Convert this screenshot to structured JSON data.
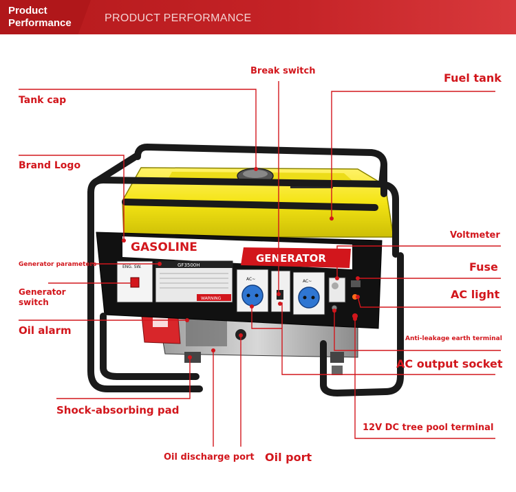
{
  "header": {
    "title": "Product\nPerformance",
    "subtitle": "PRODUCT PERFORMANCE"
  },
  "product": {
    "panel_left_text": "GASOLINE",
    "panel_right_text": "GENERATOR",
    "model_plate": "GF3500H",
    "switch_plate": "ENG. SW.",
    "warning_text": "WARNING",
    "socket_label": "AC~"
  },
  "labels": {
    "break_switch": "Break switch",
    "fuel_tank": "Fuel tank",
    "tank_cap": "Tank cap",
    "brand_logo": "Brand Logo",
    "voltmeter": "Voltmeter",
    "generator_parameters": "Generator parameters",
    "fuse": "Fuse",
    "generator_switch": "Generator\nswitch",
    "ac_light": "AC light",
    "oil_alarm": "Oil alarm",
    "anti_leakage": "Anti-leakage earth terminal",
    "ac_output_socket": "AC output socket",
    "shock_pad": "Shock-absorbing pad",
    "dc_terminal": "12V DC tree pool terminal",
    "oil_discharge": "Oil discharge port",
    "oil_port": "Oil port"
  },
  "colors": {
    "accent": "#d2161c",
    "header": "#c42226",
    "frame": "#1a1a1a",
    "tank": "#f2e213",
    "socket": "#2f76d2"
  }
}
